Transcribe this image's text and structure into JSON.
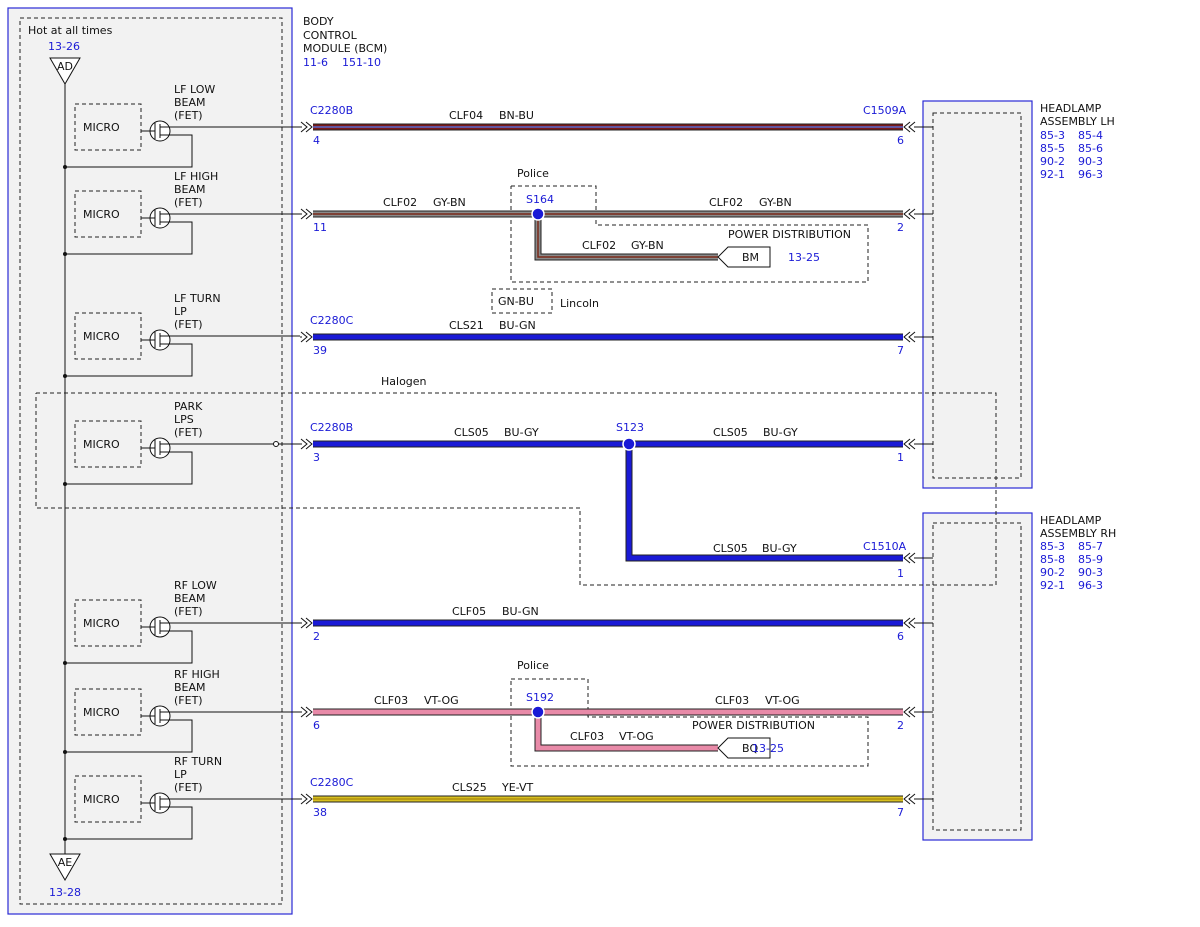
{
  "bcm": {
    "title_lines": [
      "BODY",
      "CONTROL",
      "MODULE (BCM)"
    ],
    "refs": [
      "11-6",
      "151-10"
    ],
    "hot_label": "Hot at all times",
    "top_ref": "13-26",
    "top_connector": "AD",
    "bottom_connector": "AE",
    "bottom_ref": "13-28",
    "micro_label": "MICRO"
  },
  "drivers": [
    {
      "lines": [
        "LF LOW",
        "BEAM",
        "(FET)"
      ]
    },
    {
      "lines": [
        "LF HIGH",
        "BEAM",
        "(FET)"
      ]
    },
    {
      "lines": [
        "LF TURN",
        "LP",
        "(FET)"
      ]
    },
    {
      "lines": [
        "PARK",
        "LPS",
        "(FET)"
      ]
    },
    {
      "lines": [
        "RF LOW",
        "BEAM",
        "(FET)"
      ]
    },
    {
      "lines": [
        "RF HIGH",
        "BEAM",
        "(FET)"
      ]
    },
    {
      "lines": [
        "RF TURN",
        "LP",
        "(FET)"
      ]
    }
  ],
  "headlamp_lh": {
    "title_lines": [
      "HEADLAMP",
      "ASSEMBLY LH"
    ],
    "refs": [
      [
        "85-3",
        "85-4"
      ],
      [
        "85-5",
        "85-6"
      ],
      [
        "90-2",
        "90-3"
      ],
      [
        "92-1",
        "96-3"
      ]
    ]
  },
  "headlamp_rh": {
    "title_lines": [
      "HEADLAMP",
      "ASSEMBLY RH"
    ],
    "refs": [
      [
        "85-3",
        "85-7"
      ],
      [
        "85-8",
        "85-9"
      ],
      [
        "90-2",
        "90-3"
      ],
      [
        "92-1",
        "96-3"
      ]
    ]
  },
  "wires": [
    {
      "connector": "C2280B",
      "pin": "4",
      "circuit": "CLF04",
      "color": "BN-BU",
      "end_connector": "C1509A",
      "end_pin": "6"
    },
    {
      "connector": "",
      "pin": "11",
      "circuit": "CLF02",
      "color": "GY-BN",
      "circuit2": "CLF02",
      "color2": "GY-BN",
      "end_pin": "2",
      "splice": "S164",
      "branch_circuit": "CLF02",
      "branch_color": "GY-BN",
      "option": "Police",
      "dest": "POWER DISTRIBUTION",
      "dest_ref": "13-25",
      "dest_conn": "BM"
    },
    {
      "connector": "C2280C",
      "pin": "39",
      "circuit": "CLS21",
      "color": "BU-GN",
      "end_pin": "7"
    },
    {
      "connector": "C2280B",
      "pin": "3",
      "circuit": "CLS05",
      "color": "BU-GY",
      "circuit2": "CLS05",
      "color2": "BU-GY",
      "end_pin": "1",
      "splice": "S123",
      "branch_circuit": "CLS05",
      "branch_color": "BU-GY",
      "branch_connector": "C1510A",
      "branch_pin": "1"
    },
    {
      "connector": "",
      "pin": "2",
      "circuit": "CLF05",
      "color": "BU-GN",
      "end_pin": "6"
    },
    {
      "connector": "",
      "pin": "6",
      "circuit": "CLF03",
      "color": "VT-OG",
      "circuit2": "CLF03",
      "color2": "VT-OG",
      "end_pin": "2",
      "splice": "S192",
      "branch_circuit": "CLF03",
      "branch_color": "VT-OG",
      "option": "Police",
      "dest": "POWER DISTRIBUTION",
      "dest_ref": "13-25",
      "dest_conn": "BQ"
    },
    {
      "connector": "C2280C",
      "pin": "38",
      "circuit": "CLS25",
      "color": "YE-VT",
      "end_pin": "7"
    }
  ],
  "options": {
    "lincoln_color": "GN-BU",
    "lincoln_label": "Lincoln",
    "halogen_label": "Halogen"
  },
  "wire_colors": {
    "BN-BU": [
      "#7a1a1a",
      "#5a6ad0"
    ],
    "GY-BN": [
      "#8a8a8a",
      "#7a2a1a"
    ],
    "BU-GN": [
      "#1a1ad6",
      "#1a1ad6"
    ],
    "BU-GY": [
      "#1a1ad6",
      "#1a1ad6"
    ],
    "VT-OG": [
      "#e88aa8",
      "#e88aa8"
    ],
    "YE-VT": [
      "#d8c020",
      "#b09010"
    ]
  },
  "accent_color": "#1a1ad6"
}
